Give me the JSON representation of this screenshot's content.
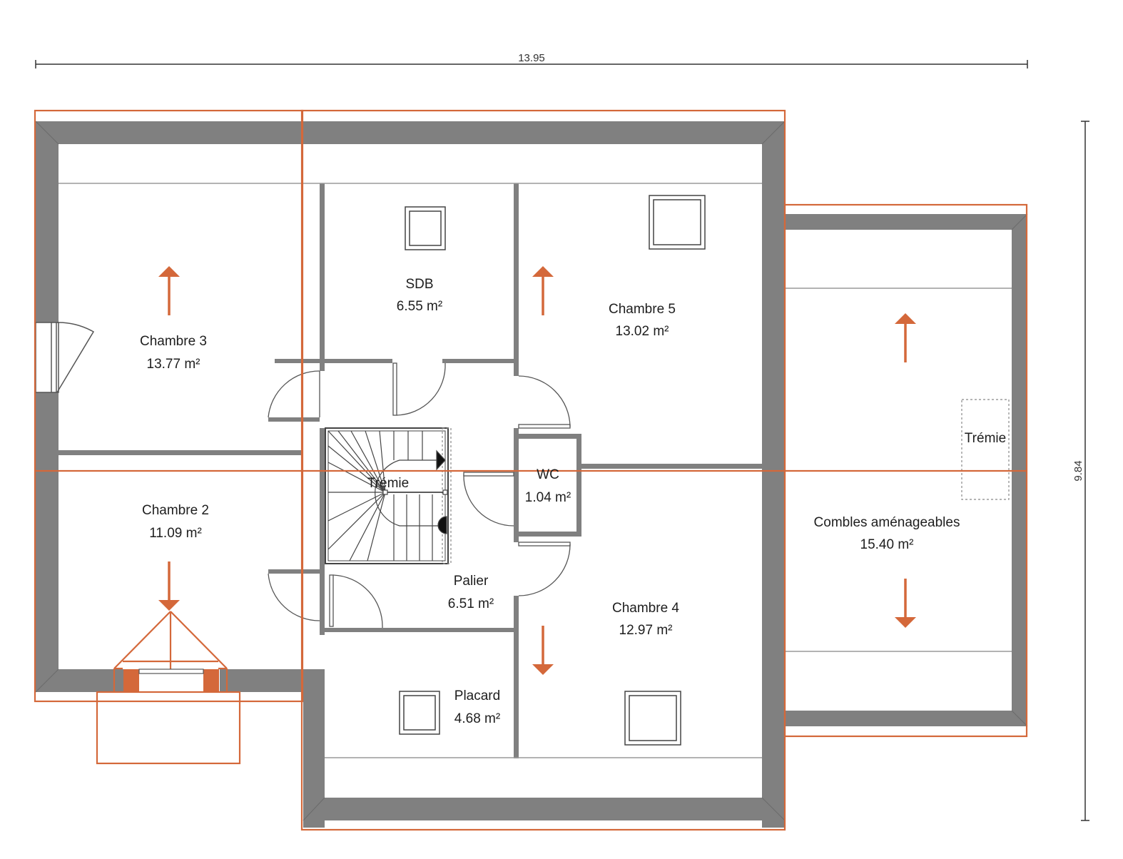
{
  "dimensions": {
    "width_label": "13.95",
    "height_label": "9.84"
  },
  "rooms": {
    "chambre3": {
      "name": "Chambre 3",
      "area": "13.77 m²"
    },
    "chambre2": {
      "name": "Chambre 2",
      "area": "11.09 m²"
    },
    "sdb": {
      "name": "SDB",
      "area": "6.55 m²"
    },
    "chambre5": {
      "name": "Chambre 5",
      "area": "13.02 m²"
    },
    "wc": {
      "name": "WC",
      "area": "1.04 m²"
    },
    "palier": {
      "name": "Palier",
      "area": "6.51 m²"
    },
    "placard": {
      "name": "Placard",
      "area": "4.68 m²"
    },
    "chambre4": {
      "name": "Chambre 4",
      "area": "12.97 m²"
    },
    "combles": {
      "name": "Combles aménageables",
      "area": "15.40 m²"
    }
  },
  "tremie_stair": "Trémie",
  "tremie_attic": "Trémie",
  "colors": {
    "wall": "#808080",
    "accent": "#d4683a",
    "text": "#1e1e1e"
  }
}
